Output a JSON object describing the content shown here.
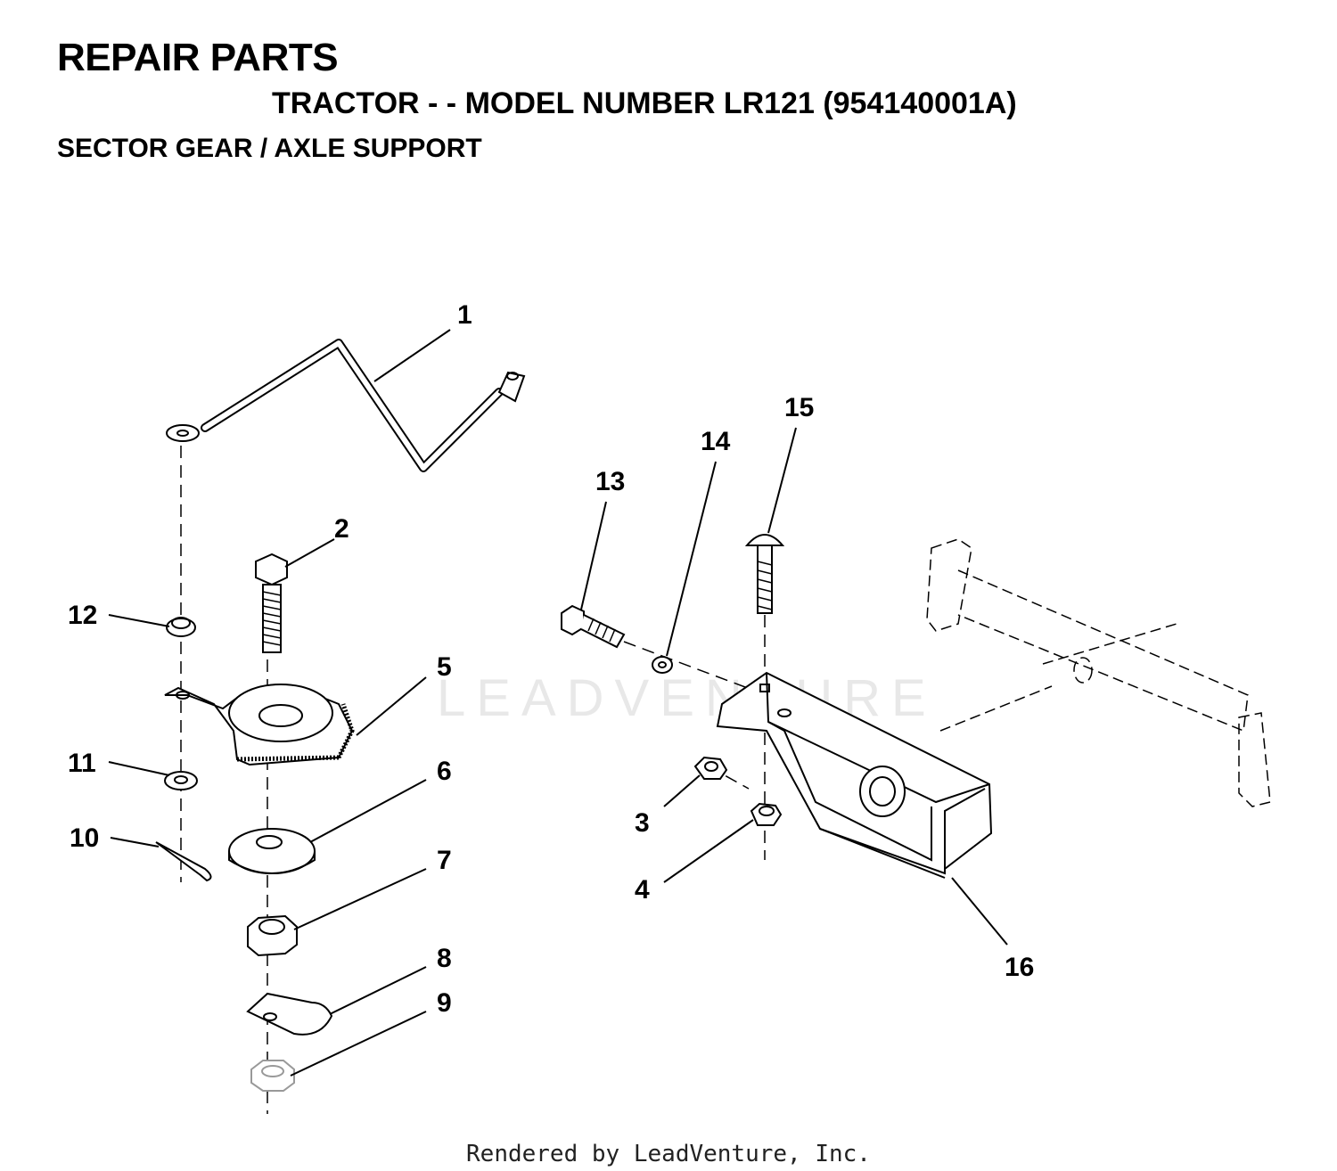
{
  "header": {
    "title": "REPAIR PARTS",
    "subtitle": "TRACTOR - - MODEL NUMBER LR121 (954140001A)",
    "section": "SECTOR GEAR / AXLE SUPPORT"
  },
  "watermark": "LEADVENTURE",
  "footer": "Rendered by LeadVenture, Inc.",
  "callouts": [
    "1",
    "2",
    "3",
    "4",
    "5",
    "6",
    "7",
    "8",
    "9",
    "10",
    "11",
    "12",
    "13",
    "14",
    "15",
    "16"
  ]
}
